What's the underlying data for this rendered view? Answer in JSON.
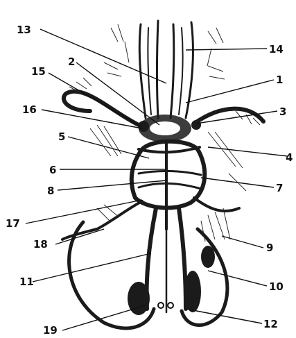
{
  "labels": {
    "n1": "1",
    "n2": "2",
    "n3": "3",
    "n4": "4",
    "n5": "5",
    "n6": "6",
    "n7": "7",
    "n8": "8",
    "n9": "9",
    "n10": "10",
    "n11": "11",
    "n12": "12",
    "n13": "13",
    "n14": "14",
    "n15": "15",
    "n16": "16",
    "n17": "17",
    "n18": "18",
    "n19": "19"
  }
}
